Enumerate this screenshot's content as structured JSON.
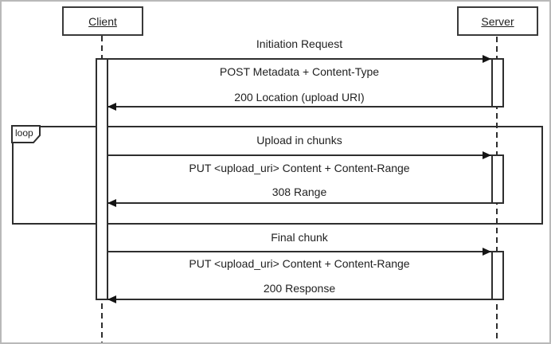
{
  "diagram_type": "uml-sequence",
  "colors": {
    "background": "#ffffff",
    "page_border": "#b9b9b9",
    "line": "#2e2e2e",
    "text": "#1f1f1f"
  },
  "actors": [
    {
      "label": "Client"
    },
    {
      "label": "Server"
    }
  ],
  "fragment": {
    "operator": "loop"
  },
  "flows": [
    {
      "title": "Initiation Request",
      "request": "POST Metadata + Content-Type",
      "response": "200 Location (upload URI)"
    },
    {
      "title": "Upload in chunks",
      "request": "PUT <upload_uri> Content + Content-Range",
      "response": "308 Range"
    },
    {
      "title": "Final chunk",
      "request": "PUT <upload_uri> Content + Content-Range",
      "response": "200 Response"
    }
  ]
}
